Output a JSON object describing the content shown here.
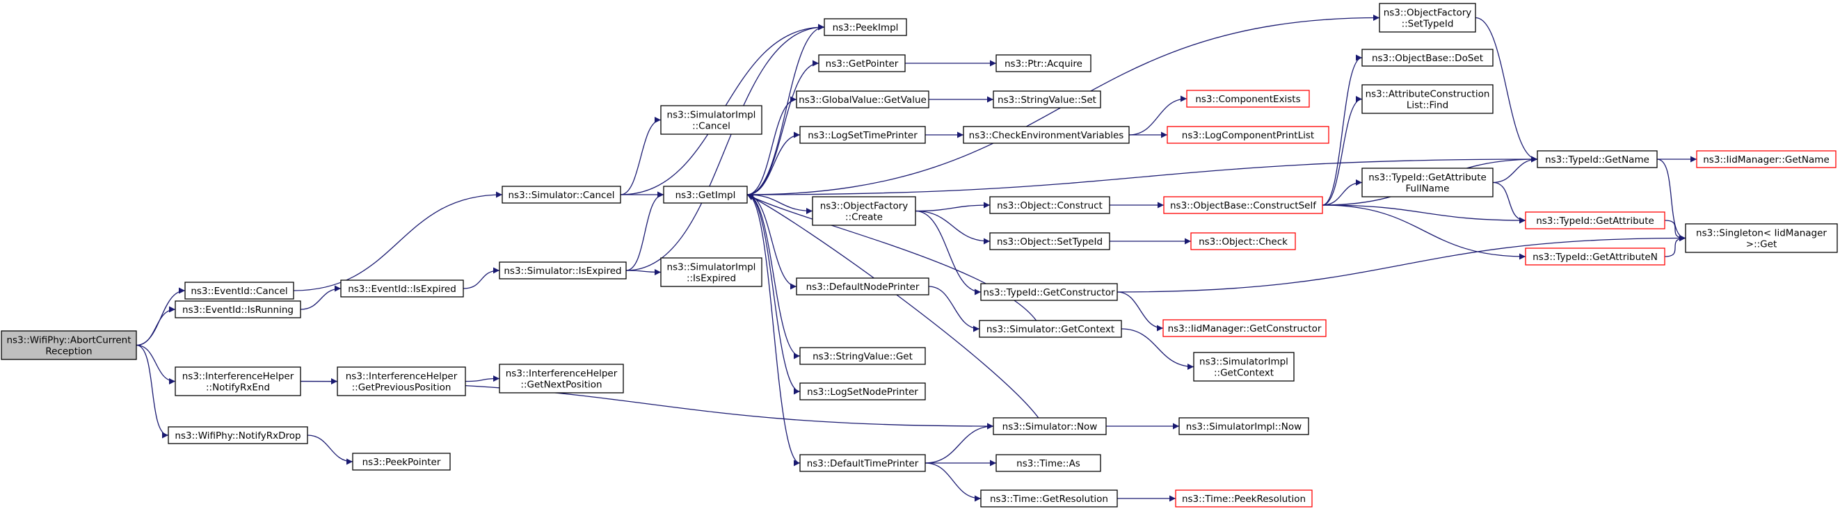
{
  "graph": {
    "nodes": [
      {
        "id": "root",
        "lines": [
          "ns3::WifiPhy::AbortCurrent",
          "Reception"
        ],
        "style": "root"
      },
      {
        "id": "eventid_cancel",
        "lines": [
          "ns3::EventId::Cancel"
        ],
        "style": "normal"
      },
      {
        "id": "eventid_isrunning",
        "lines": [
          "ns3::EventId::IsRunning"
        ],
        "style": "normal"
      },
      {
        "id": "ih_notifyrxend",
        "lines": [
          "ns3::InterferenceHelper",
          "::NotifyRxEnd"
        ],
        "style": "normal"
      },
      {
        "id": "wifiphy_notifyrxdrop",
        "lines": [
          "ns3::WifiPhy::NotifyRxDrop"
        ],
        "style": "normal"
      },
      {
        "id": "sim_cancel",
        "lines": [
          "ns3::Simulator::Cancel"
        ],
        "style": "normal"
      },
      {
        "id": "eventid_isexpired",
        "lines": [
          "ns3::EventId::IsExpired"
        ],
        "style": "normal"
      },
      {
        "id": "ih_getprevpos",
        "lines": [
          "ns3::InterferenceHelper",
          "::GetPreviousPosition"
        ],
        "style": "normal"
      },
      {
        "id": "peekpointer",
        "lines": [
          "ns3::PeekPointer"
        ],
        "style": "normal"
      },
      {
        "id": "simimpl_cancel",
        "lines": [
          "ns3::SimulatorImpl",
          "::Cancel"
        ],
        "style": "normal"
      },
      {
        "id": "sim_isexpired",
        "lines": [
          "ns3::Simulator::IsExpired"
        ],
        "style": "normal"
      },
      {
        "id": "ih_getnextpos",
        "lines": [
          "ns3::InterferenceHelper",
          "::GetNextPosition"
        ],
        "style": "normal"
      },
      {
        "id": "getimpl",
        "lines": [
          "ns3::GetImpl"
        ],
        "style": "normal"
      },
      {
        "id": "simimpl_isexpired",
        "lines": [
          "ns3::SimulatorImpl",
          "::IsExpired"
        ],
        "style": "normal"
      },
      {
        "id": "peekimpl",
        "lines": [
          "ns3::PeekImpl"
        ],
        "style": "normal"
      },
      {
        "id": "getpointer",
        "lines": [
          "ns3::GetPointer"
        ],
        "style": "normal"
      },
      {
        "id": "globalvalue_getvalue",
        "lines": [
          "ns3::GlobalValue::GetValue"
        ],
        "style": "normal"
      },
      {
        "id": "logsettimeprinter",
        "lines": [
          "ns3::LogSetTimePrinter"
        ],
        "style": "normal"
      },
      {
        "id": "objfactory_create",
        "lines": [
          "ns3::ObjectFactory",
          "::Create"
        ],
        "style": "normal"
      },
      {
        "id": "defaultnodeprinter",
        "lines": [
          "ns3::DefaultNodePrinter"
        ],
        "style": "normal"
      },
      {
        "id": "stringvalue_get",
        "lines": [
          "ns3::StringValue::Get"
        ],
        "style": "normal"
      },
      {
        "id": "logsetnodeprinter",
        "lines": [
          "ns3::LogSetNodePrinter"
        ],
        "style": "normal"
      },
      {
        "id": "defaulttimeprinter",
        "lines": [
          "ns3::DefaultTimePrinter"
        ],
        "style": "normal"
      },
      {
        "id": "ptr_acquire",
        "lines": [
          "ns3::Ptr::Acquire"
        ],
        "style": "normal"
      },
      {
        "id": "stringvalue_set",
        "lines": [
          "ns3::StringValue::Set"
        ],
        "style": "normal"
      },
      {
        "id": "checkenvvars",
        "lines": [
          "ns3::CheckEnvironmentVariables"
        ],
        "style": "normal"
      },
      {
        "id": "object_construct",
        "lines": [
          "ns3::Object::Construct"
        ],
        "style": "normal"
      },
      {
        "id": "object_settypeid",
        "lines": [
          "ns3::Object::SetTypeId"
        ],
        "style": "normal"
      },
      {
        "id": "typeid_getconstructor",
        "lines": [
          "ns3::TypeId::GetConstructor"
        ],
        "style": "normal"
      },
      {
        "id": "sim_getcontext",
        "lines": [
          "ns3::Simulator::GetContext"
        ],
        "style": "normal"
      },
      {
        "id": "sim_now",
        "lines": [
          "ns3::Simulator::Now"
        ],
        "style": "normal"
      },
      {
        "id": "time_as",
        "lines": [
          "ns3::Time::As"
        ],
        "style": "normal"
      },
      {
        "id": "time_getresolution",
        "lines": [
          "ns3::Time::GetResolution"
        ],
        "style": "normal"
      },
      {
        "id": "componentexists",
        "lines": [
          "ns3::ComponentExists"
        ],
        "style": "red"
      },
      {
        "id": "logcomponentprintlist",
        "lines": [
          "ns3::LogComponentPrintList"
        ],
        "style": "red"
      },
      {
        "id": "objbase_constructself",
        "lines": [
          "ns3::ObjectBase::ConstructSelf"
        ],
        "style": "red"
      },
      {
        "id": "object_check",
        "lines": [
          "ns3::Object::Check"
        ],
        "style": "red"
      },
      {
        "id": "iidmanager_getconstructor",
        "lines": [
          "ns3::IidManager::GetConstructor"
        ],
        "style": "red"
      },
      {
        "id": "simimpl_getcontext",
        "lines": [
          "ns3::SimulatorImpl",
          "::GetContext"
        ],
        "style": "normal"
      },
      {
        "id": "simimpl_now",
        "lines": [
          "ns3::SimulatorImpl::Now"
        ],
        "style": "normal"
      },
      {
        "id": "time_peekresolution",
        "lines": [
          "ns3::Time::PeekResolution"
        ],
        "style": "red"
      },
      {
        "id": "objfactory_settypeid",
        "lines": [
          "ns3::ObjectFactory",
          "::SetTypeId"
        ],
        "style": "normal"
      },
      {
        "id": "objbase_doset",
        "lines": [
          "ns3::ObjectBase::DoSet"
        ],
        "style": "normal"
      },
      {
        "id": "attrconstrlist_find",
        "lines": [
          "ns3::AttributeConstruction",
          "List::Find"
        ],
        "style": "normal"
      },
      {
        "id": "typeid_getattrfullname",
        "lines": [
          "ns3::TypeId::GetAttribute",
          "FullName"
        ],
        "style": "normal"
      },
      {
        "id": "typeid_getname",
        "lines": [
          "ns3::TypeId::GetName"
        ],
        "style": "normal"
      },
      {
        "id": "typeid_getattribute",
        "lines": [
          "ns3::TypeId::GetAttribute"
        ],
        "style": "red"
      },
      {
        "id": "typeid_getattributen",
        "lines": [
          "ns3::TypeId::GetAttributeN"
        ],
        "style": "red"
      },
      {
        "id": "iidmanager_getname",
        "lines": [
          "ns3::IidManager::GetName"
        ],
        "style": "red"
      },
      {
        "id": "singleton_get",
        "lines": [
          "ns3::Singleton< IidManager",
          ">::Get"
        ],
        "style": "normal"
      }
    ],
    "edges": [
      {
        "from": "root",
        "to": "eventid_cancel"
      },
      {
        "from": "root",
        "to": "eventid_isrunning"
      },
      {
        "from": "root",
        "to": "ih_notifyrxend"
      },
      {
        "from": "root",
        "to": "wifiphy_notifyrxdrop"
      },
      {
        "from": "eventid_cancel",
        "to": "sim_cancel"
      },
      {
        "from": "eventid_isrunning",
        "to": "eventid_isexpired"
      },
      {
        "from": "ih_notifyrxend",
        "to": "ih_getprevpos"
      },
      {
        "from": "ih_notifyrxend",
        "to": "sim_now"
      },
      {
        "from": "wifiphy_notifyrxdrop",
        "to": "peekpointer"
      },
      {
        "from": "sim_cancel",
        "to": "simimpl_cancel"
      },
      {
        "from": "sim_cancel",
        "to": "getimpl"
      },
      {
        "from": "sim_cancel",
        "to": "peekimpl"
      },
      {
        "from": "eventid_isexpired",
        "to": "sim_isexpired"
      },
      {
        "from": "ih_getprevpos",
        "to": "ih_getnextpos"
      },
      {
        "from": "sim_isexpired",
        "to": "getimpl"
      },
      {
        "from": "sim_isexpired",
        "to": "simimpl_isexpired"
      },
      {
        "from": "sim_isexpired",
        "to": "peekimpl"
      },
      {
        "from": "getimpl",
        "to": "peekimpl"
      },
      {
        "from": "getimpl",
        "to": "getpointer"
      },
      {
        "from": "getimpl",
        "to": "globalvalue_getvalue"
      },
      {
        "from": "getimpl",
        "to": "logsettimeprinter"
      },
      {
        "from": "getimpl",
        "to": "objfactory_create"
      },
      {
        "from": "getimpl",
        "to": "defaultnodeprinter"
      },
      {
        "from": "getimpl",
        "to": "stringvalue_get"
      },
      {
        "from": "getimpl",
        "to": "logsetnodeprinter"
      },
      {
        "from": "getimpl",
        "to": "defaulttimeprinter"
      },
      {
        "from": "getimpl",
        "to": "typeid_getname"
      },
      {
        "from": "getimpl",
        "to": "objfactory_settypeid"
      },
      {
        "from": "getpointer",
        "to": "ptr_acquire"
      },
      {
        "from": "globalvalue_getvalue",
        "to": "stringvalue_set"
      },
      {
        "from": "logsettimeprinter",
        "to": "checkenvvars"
      },
      {
        "from": "checkenvvars",
        "to": "componentexists"
      },
      {
        "from": "checkenvvars",
        "to": "logcomponentprintlist"
      },
      {
        "from": "objfactory_create",
        "to": "object_construct"
      },
      {
        "from": "objfactory_create",
        "to": "object_settypeid"
      },
      {
        "from": "objfactory_create",
        "to": "typeid_getconstructor"
      },
      {
        "from": "object_construct",
        "to": "objbase_constructself"
      },
      {
        "from": "object_settypeid",
        "to": "object_check"
      },
      {
        "from": "typeid_getconstructor",
        "to": "iidmanager_getconstructor"
      },
      {
        "from": "typeid_getconstructor",
        "to": "singleton_get"
      },
      {
        "from": "defaultnodeprinter",
        "to": "sim_getcontext"
      },
      {
        "from": "sim_getcontext",
        "to": "getimpl"
      },
      {
        "from": "sim_getcontext",
        "to": "simimpl_getcontext"
      },
      {
        "from": "sim_now",
        "to": "getimpl"
      },
      {
        "from": "sim_now",
        "to": "simimpl_now"
      },
      {
        "from": "defaulttimeprinter",
        "to": "sim_now"
      },
      {
        "from": "defaulttimeprinter",
        "to": "time_as"
      },
      {
        "from": "defaulttimeprinter",
        "to": "time_getresolution"
      },
      {
        "from": "time_getresolution",
        "to": "time_peekresolution"
      },
      {
        "from": "objbase_constructself",
        "to": "objbase_doset"
      },
      {
        "from": "objbase_constructself",
        "to": "attrconstrlist_find"
      },
      {
        "from": "objbase_constructself",
        "to": "typeid_getattrfullname"
      },
      {
        "from": "objbase_constructself",
        "to": "typeid_getname"
      },
      {
        "from": "objbase_constructself",
        "to": "typeid_getattribute"
      },
      {
        "from": "objbase_constructself",
        "to": "typeid_getattributen"
      },
      {
        "from": "objfactory_settypeid",
        "to": "typeid_getname"
      },
      {
        "from": "typeid_getattrfullname",
        "to": "typeid_getname"
      },
      {
        "from": "typeid_getattrfullname",
        "to": "typeid_getattribute"
      },
      {
        "from": "typeid_getname",
        "to": "iidmanager_getname"
      },
      {
        "from": "typeid_getname",
        "to": "singleton_get"
      },
      {
        "from": "typeid_getattribute",
        "to": "singleton_get"
      },
      {
        "from": "typeid_getattributen",
        "to": "singleton_get"
      }
    ]
  },
  "colors": {
    "edge": "#191970",
    "root_fill": "#bfbfbf",
    "red_border": "#ff0000",
    "normal_border": "#000000"
  }
}
